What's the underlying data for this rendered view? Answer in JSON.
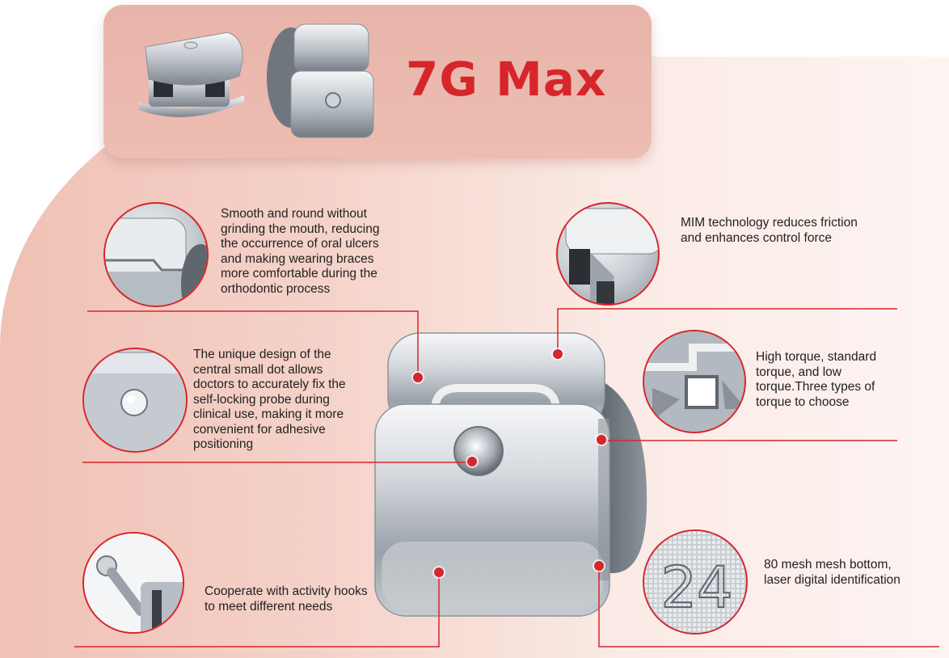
{
  "product": {
    "title": "7G Max"
  },
  "features": [
    {
      "id": "smooth-round",
      "text": "Smooth and round without\ngrinding the mouth, reducing\nthe occurrence of oral ulcers\nand making wearing braces\nmore comfortable during the\northodontic process"
    },
    {
      "id": "mim-technology",
      "text": "MIM technology reduces friction\nand enhances control force"
    },
    {
      "id": "central-dot",
      "text": "The unique design of the\ncentral small dot allows\ndoctors to accurately fix the\nself-locking probe during\nclinical use, making it more\nconvenient for adhesive\npositioning"
    },
    {
      "id": "torque-types",
      "text": "High torque, standard\ntorque, and low\ntorque.Three types of\ntorque to choose"
    },
    {
      "id": "activity-hooks",
      "text": "Cooperate with activity hooks\nto meet different needs"
    },
    {
      "id": "mesh-bottom",
      "text": "80 mesh mesh bottom,\nlaser digital identification"
    }
  ],
  "mesh_engraving": "24",
  "colors": {
    "accent": "#d6262b",
    "panel": "#eab6ac",
    "background_left": "#f0c1b5",
    "background_right": "#fdf4f2",
    "text": "#222222"
  }
}
